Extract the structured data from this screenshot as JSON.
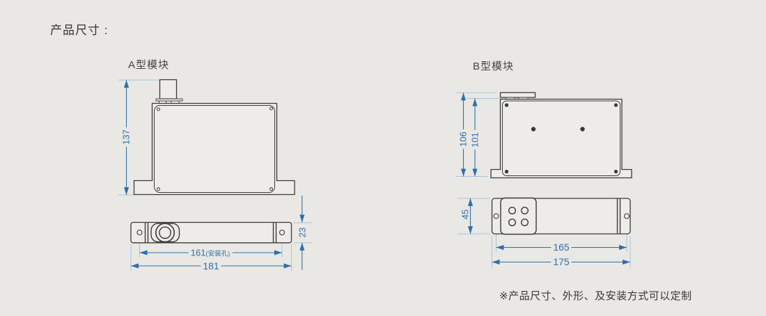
{
  "page": {
    "title": "产品尺寸 :",
    "note": "※产品尺寸、外形、及安装方式可以定制"
  },
  "module_a": {
    "label": "A型模块",
    "dims": {
      "height": "137",
      "base_thickness": "23",
      "mounting_span": "161",
      "mounting_note": "(安装孔)",
      "total_width": "181"
    }
  },
  "module_b": {
    "label": "B型模块",
    "dims": {
      "total_height": "106",
      "body_height": "101",
      "depth": "45",
      "mounting_span": "165",
      "total_width": "175"
    }
  },
  "colors": {
    "background": "#e9e8e4",
    "drawing_line": "#3a3936",
    "drawing_fill": "#edece9",
    "dimension_blue": "#2e6fad",
    "extension_blue": "#a5c3dd",
    "text": "#34322e"
  }
}
